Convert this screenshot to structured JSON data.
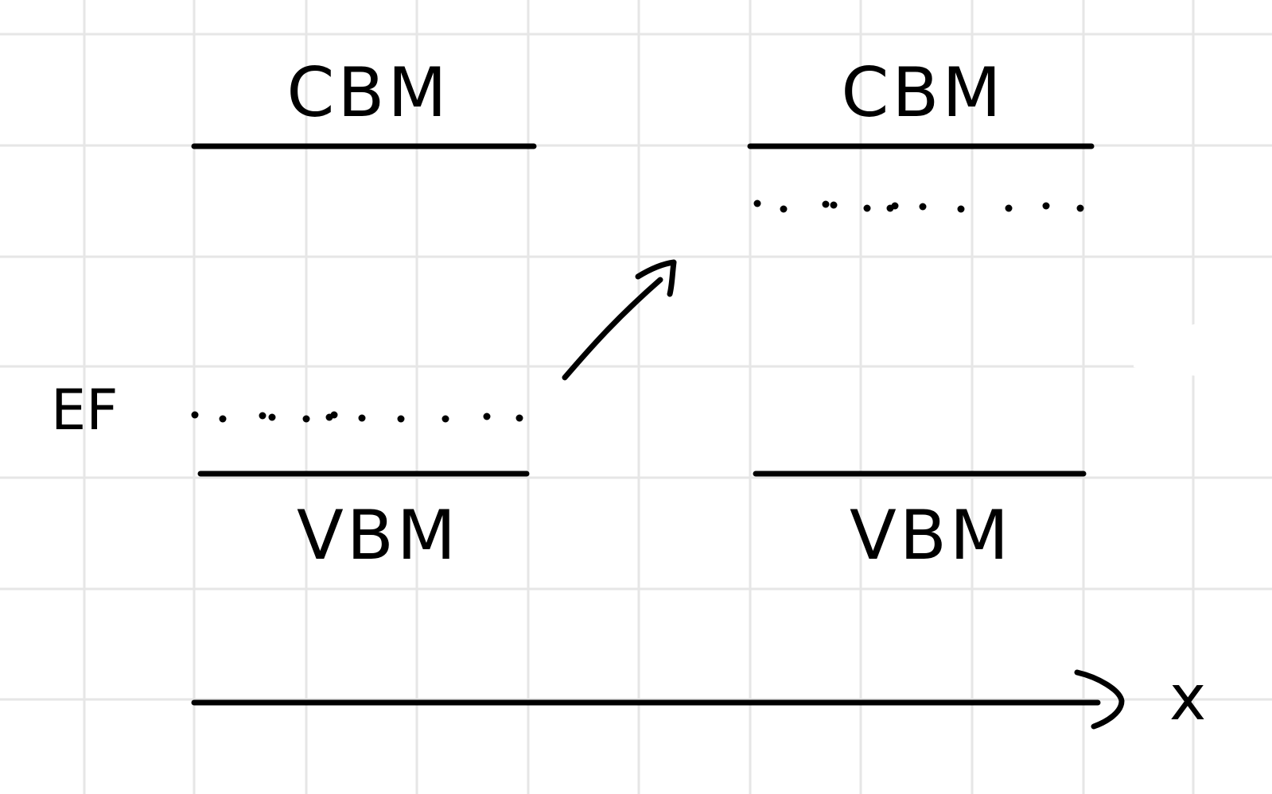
{
  "diagram": {
    "left_panel": {
      "cbm_label": "CBM",
      "vbm_label": "VBM",
      "fermi_label": "EF"
    },
    "right_panel": {
      "cbm_label": "CBM",
      "vbm_label": "VBM"
    },
    "axis": {
      "x_label": "x"
    },
    "colors": {
      "ink": "#000000",
      "grid": "#e6e6e6",
      "background": "#ffffff"
    }
  }
}
